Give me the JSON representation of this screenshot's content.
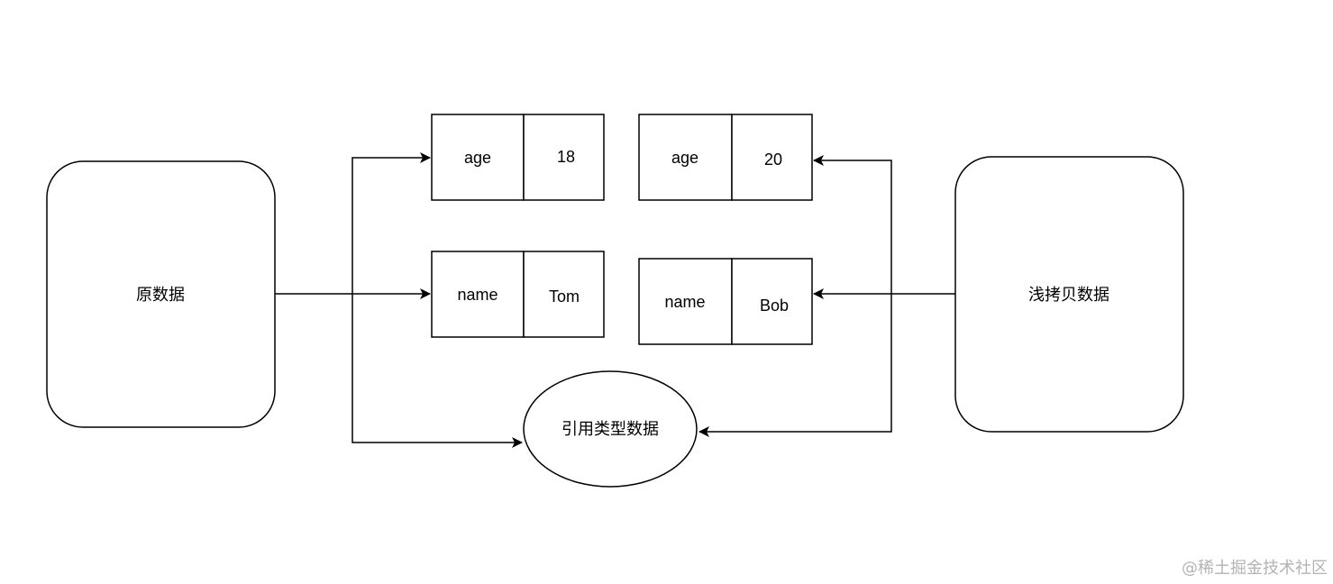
{
  "nodes": {
    "original": "原数据",
    "shallow_copy": "浅拷贝数据",
    "reference": "引用类型数据"
  },
  "original_fields": {
    "age": {
      "key": "age",
      "value": "18"
    },
    "name": {
      "key": "name",
      "value": "Tom"
    }
  },
  "copy_fields": {
    "age": {
      "key": "age",
      "value": "20"
    },
    "name": {
      "key": "name",
      "value": "Bob"
    }
  },
  "watermark": "@稀土掘金技术社区"
}
